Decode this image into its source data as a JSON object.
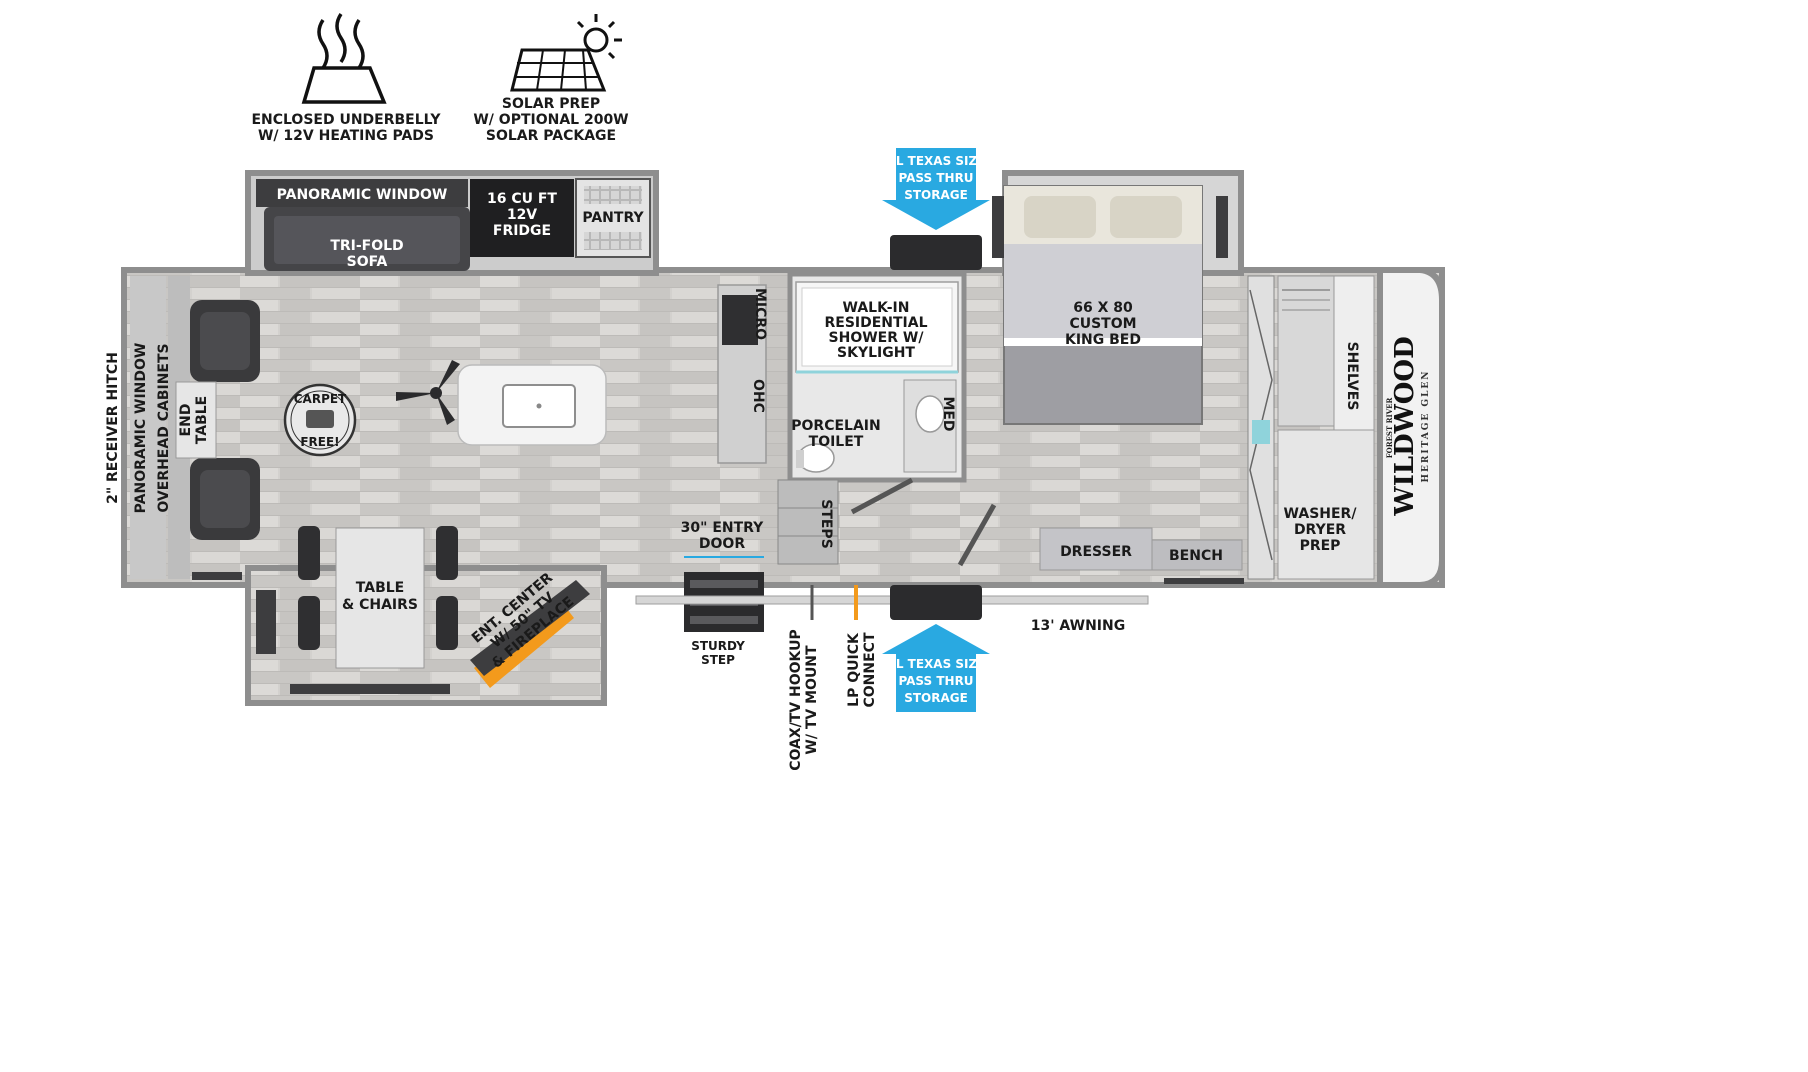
{
  "features": {
    "underbelly": [
      "ENCLOSED UNDERBELLY",
      "W/ 12V HEATING PADS"
    ],
    "solar": [
      "SOLAR PREP",
      "W/ OPTIONAL 200W",
      "SOLAR PACKAGE"
    ]
  },
  "labels": {
    "panoramic_window_top": "PANORAMIC WINDOW",
    "fridge": [
      "16 CU FT",
      "12V",
      "FRIDGE"
    ],
    "pantry": "PANTRY",
    "sofa": [
      "TRI-FOLD",
      "SOFA"
    ],
    "receiver_hitch": "2\" RECEIVER HITCH",
    "front_window": "PANORAMIC WINDOW",
    "overhead_cabinets": "OVERHEAD CABINETS",
    "end_table": [
      "END",
      "TABLE"
    ],
    "carpet_free": [
      "CARPET",
      "FREE!"
    ],
    "table_chairs": [
      "TABLE",
      "& CHAIRS"
    ],
    "ent_center": [
      "ENT. CENTER",
      "W/ 50\" TV",
      "& FIREPLACE"
    ],
    "micro": "MICRO",
    "ohc": "OHC",
    "entry_door": [
      "30\" ENTRY",
      "DOOR"
    ],
    "steps": "STEPS",
    "sturdy_step": [
      "STURDY",
      "STEP"
    ],
    "coax": [
      "COAX/TV HOOKUP",
      "W/ TV MOUNT"
    ],
    "lp_connect": [
      "LP QUICK",
      "CONNECT"
    ],
    "shower": [
      "WALK-IN",
      "RESIDENTIAL",
      "SHOWER W/",
      "SKYLIGHT"
    ],
    "toilet": [
      "PORCELAIN",
      "TOILET"
    ],
    "med": "MED",
    "storage_top": [
      "XL TEXAS SIZE",
      "PASS THRU",
      "STORAGE"
    ],
    "storage_bottom": [
      "XL TEXAS SIZE",
      "PASS THRU",
      "STORAGE"
    ],
    "bed": [
      "66 X 80",
      "CUSTOM",
      "KING BED"
    ],
    "dresser": "DRESSER",
    "bench": "BENCH",
    "awning": "13' AWNING",
    "shelves": "SHELVES",
    "washer": [
      "WASHER/",
      "DRYER",
      "PREP"
    ]
  },
  "brand": {
    "small": "FOREST RIVER",
    "name": "WILDWOOD",
    "sub": "HERITAGE GLEN"
  },
  "colors": {
    "floor": "#cfcdca",
    "wall": "#8e8e8e",
    "dark": "#2b2b2d",
    "callout_blue": "#29a9e1",
    "accent_orange": "#f39a1c"
  }
}
